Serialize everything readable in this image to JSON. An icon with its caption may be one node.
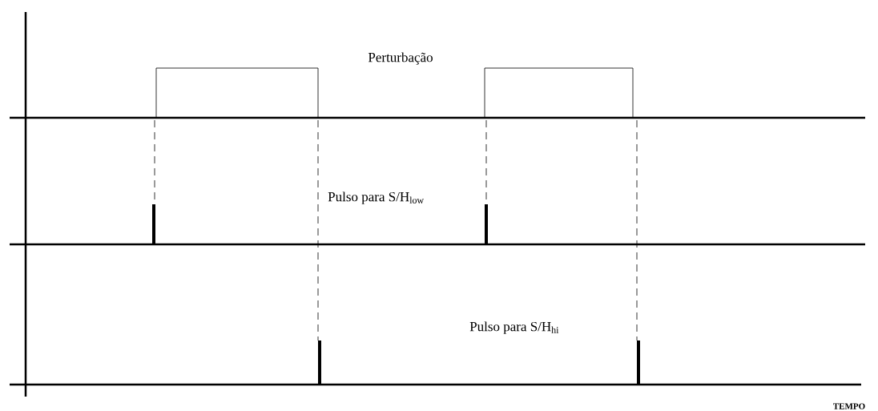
{
  "diagram": {
    "labels": [
      "Perturbação",
      "Pulso para S/H$_{low}$",
      "Pulso para S/H$_{hi}$",
      "TEMPO"
    ]
  }
}
